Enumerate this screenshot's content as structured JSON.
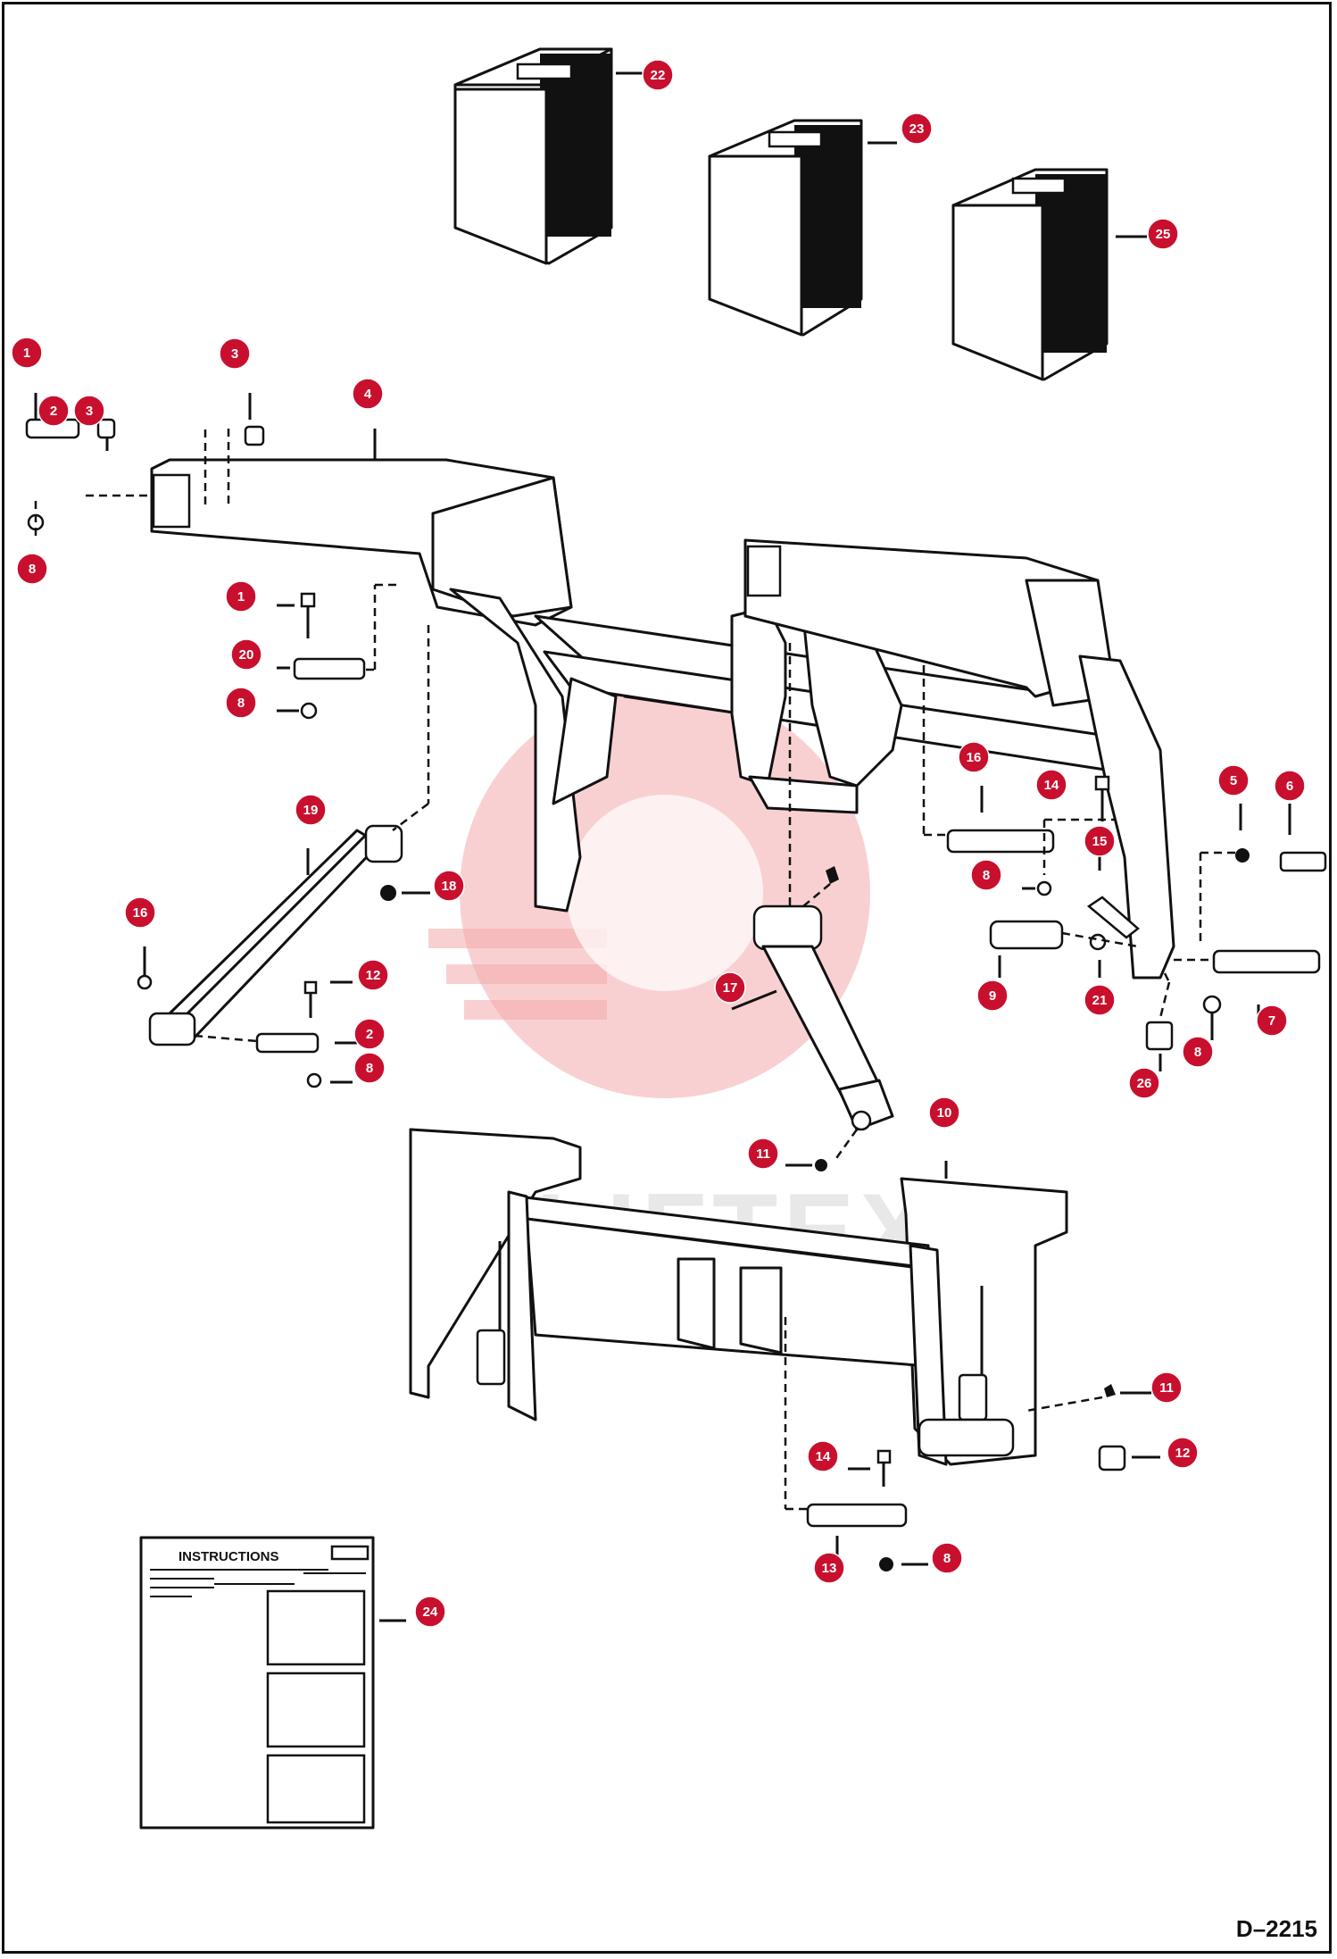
{
  "drawing_id": "D–2215",
  "watermark_text": "LIFTEX",
  "instructions_title": "INSTRUCTIONS",
  "colors": {
    "callout": "#c8102e",
    "line": "#111111",
    "watermark": "#f4a9ab"
  },
  "callouts": [
    {
      "n": "22"
    },
    {
      "n": "23"
    },
    {
      "n": "25"
    },
    {
      "n": "1"
    },
    {
      "n": "2"
    },
    {
      "n": "3"
    },
    {
      "n": "3"
    },
    {
      "n": "4"
    },
    {
      "n": "8"
    },
    {
      "n": "1"
    },
    {
      "n": "20"
    },
    {
      "n": "8"
    },
    {
      "n": "19"
    },
    {
      "n": "18"
    },
    {
      "n": "16"
    },
    {
      "n": "12"
    },
    {
      "n": "2"
    },
    {
      "n": "8"
    },
    {
      "n": "17"
    },
    {
      "n": "11"
    },
    {
      "n": "10"
    },
    {
      "n": "16"
    },
    {
      "n": "14"
    },
    {
      "n": "15"
    },
    {
      "n": "8"
    },
    {
      "n": "5"
    },
    {
      "n": "6"
    },
    {
      "n": "9"
    },
    {
      "n": "21"
    },
    {
      "n": "7"
    },
    {
      "n": "8"
    },
    {
      "n": "26"
    },
    {
      "n": "11"
    },
    {
      "n": "12"
    },
    {
      "n": "14"
    },
    {
      "n": "8"
    },
    {
      "n": "13"
    },
    {
      "n": "24"
    }
  ]
}
